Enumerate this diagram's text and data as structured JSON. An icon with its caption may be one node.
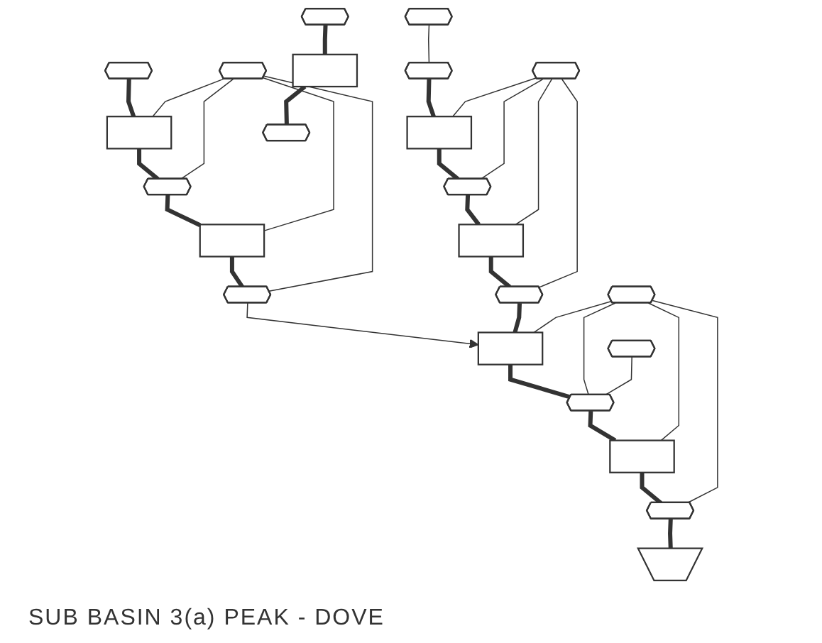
{
  "diagram": {
    "title": "SUB BASIN 3(a) PEAK - DOVE",
    "nodes": [
      {
        "text": [],
        "shape": "hexagon"
      },
      {
        "text": [],
        "shape": "hexagon"
      },
      {
        "text": [],
        "shape": "box"
      },
      {
        "text": [],
        "shape": "hexagon"
      },
      {
        "text": [],
        "shape": "box"
      },
      {
        "text": [],
        "shape": "hexagon"
      },
      {
        "text": [],
        "shape": "hexagon"
      },
      {
        "text": [],
        "shape": "hexagon"
      },
      {
        "text": [],
        "shape": "box"
      },
      {
        "text": [],
        "shape": "hexagon"
      },
      {
        "text": [],
        "shape": "hexagon"
      },
      {
        "text": [],
        "shape": "box"
      },
      {
        "text": [],
        "shape": "hexagon"
      },
      {
        "text": [],
        "shape": "box"
      },
      {
        "text": [],
        "shape": "hexagon"
      },
      {
        "text": [],
        "shape": "hexagon"
      },
      {
        "text": [],
        "shape": "hexagon"
      },
      {
        "text": [],
        "shape": "box"
      },
      {
        "text": [],
        "shape": "hexagon"
      },
      {
        "text": [],
        "shape": "triangle"
      },
      {
        "text": [],
        "shape": "hexagon"
      },
      {
        "text": [],
        "shape": "box"
      },
      {
        "text": [],
        "shape": "hexagon"
      }
    ],
    "edges": [
      {
        "from": 0,
        "to": 1,
        "arrow": "none"
      },
      {
        "from": 1,
        "to": 2,
        "arrow": "none",
        "style": "thick"
      },
      {
        "from": 2,
        "to": 3,
        "arrow": "none",
        "style": "thick"
      },
      {
        "from": 3,
        "to": 4,
        "arrow": "none",
        "style": "thick"
      },
      {
        "from": 4,
        "to": 5,
        "arrow": "none",
        "style": "thick"
      },
      {
        "from": 6,
        "to": 2,
        "arrow": "none"
      },
      {
        "from": 6,
        "to": 3,
        "arrow": "none"
      },
      {
        "from": 6,
        "to": 4,
        "arrow": "none"
      },
      {
        "from": 6,
        "to": 5,
        "arrow": "none"
      },
      {
        "from": 7,
        "to": 8,
        "arrow": "none",
        "style": "thick"
      },
      {
        "from": 8,
        "to": 10,
        "arrow": "none",
        "style": "thick"
      },
      {
        "from": 10,
        "to": 11,
        "arrow": "none",
        "style": "thick"
      },
      {
        "from": 11,
        "to": 12,
        "arrow": "none",
        "style": "thick"
      },
      {
        "from": 9,
        "to": 8,
        "arrow": "none"
      },
      {
        "from": 9,
        "to": 10,
        "arrow": "none"
      },
      {
        "from": 9,
        "to": 11,
        "arrow": "none"
      },
      {
        "from": 9,
        "to": 12,
        "arrow": "none"
      },
      {
        "from": 12,
        "to": 13,
        "arrow": "to"
      },
      {
        "from": 5,
        "to": 13,
        "arrow": "none",
        "style": "thick"
      },
      {
        "from": 13,
        "to": 16,
        "arrow": "none",
        "style": "thick"
      },
      {
        "from": 16,
        "to": 17,
        "arrow": "none",
        "style": "thick"
      },
      {
        "from": 17,
        "to": 18,
        "arrow": "none",
        "style": "thick"
      },
      {
        "from": 18,
        "to": 19,
        "arrow": "none",
        "style": "thick"
      },
      {
        "from": 14,
        "to": 13,
        "arrow": "none"
      },
      {
        "from": 14,
        "to": 16,
        "arrow": "none"
      },
      {
        "from": 14,
        "to": 17,
        "arrow": "none"
      },
      {
        "from": 14,
        "to": 18,
        "arrow": "none"
      },
      {
        "from": 15,
        "to": 16,
        "arrow": "none"
      },
      {
        "from": 20,
        "to": 21,
        "arrow": "none",
        "style": "thick"
      },
      {
        "from": 21,
        "to": 22,
        "arrow": "none",
        "style": "thick"
      }
    ]
  }
}
